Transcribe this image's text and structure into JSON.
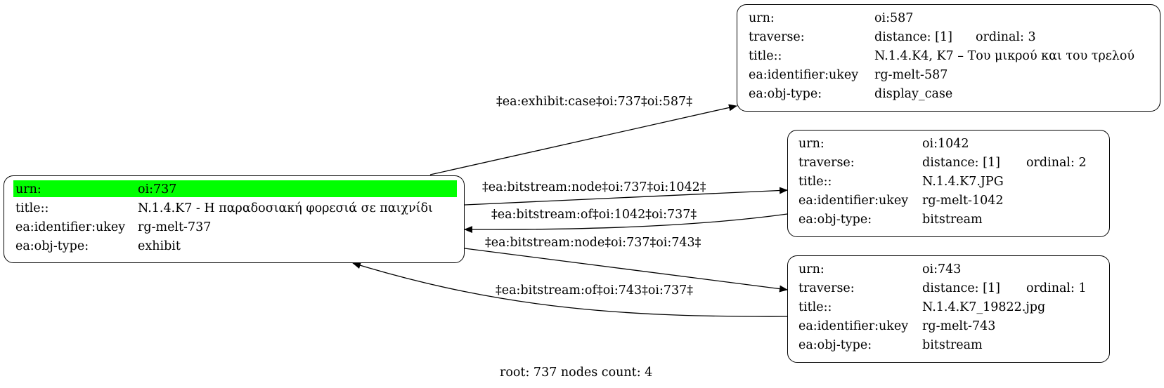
{
  "nodes": {
    "n737": {
      "rows": [
        {
          "key": "urn:",
          "value": "oi:737"
        },
        {
          "key": "title::",
          "value": "N.1.4.K7 - Η παραδοσιακή φορεσιά σε παιχνίδι"
        },
        {
          "key": "ea:identifier:ukey",
          "value": "rg-melt-737"
        },
        {
          "key": "ea:obj-type:",
          "value": "exhibit"
        }
      ]
    },
    "n587": {
      "urn": {
        "key": "urn:",
        "value": "oi:587"
      },
      "traverse": {
        "key": "traverse:",
        "distance": "distance: [1]",
        "ordinal": "ordinal: 3"
      },
      "rows": [
        {
          "key": "title::",
          "value": "N.1.4.K4, K7 – Του μικρού και του τρελού"
        },
        {
          "key": "ea:identifier:ukey",
          "value": "rg-melt-587"
        },
        {
          "key": "ea:obj-type:",
          "value": "display_case"
        }
      ]
    },
    "n1042": {
      "urn": {
        "key": "urn:",
        "value": "oi:1042"
      },
      "traverse": {
        "key": "traverse:",
        "distance": "distance: [1]",
        "ordinal": "ordinal: 2"
      },
      "rows": [
        {
          "key": "title::",
          "value": "N.1.4.K7.JPG"
        },
        {
          "key": "ea:identifier:ukey",
          "value": "rg-melt-1042"
        },
        {
          "key": "ea:obj-type:",
          "value": "bitstream"
        }
      ]
    },
    "n743": {
      "urn": {
        "key": "urn:",
        "value": "oi:743"
      },
      "traverse": {
        "key": "traverse:",
        "distance": "distance: [1]",
        "ordinal": "ordinal: 1"
      },
      "rows": [
        {
          "key": "title::",
          "value": "N.1.4.K7_19822.jpg"
        },
        {
          "key": "ea:identifier:ukey",
          "value": "rg-melt-743"
        },
        {
          "key": "ea:obj-type:",
          "value": "bitstream"
        }
      ]
    }
  },
  "edges": {
    "e1": "‡ea:exhibit:case‡oi:737‡oi:587‡",
    "e2": "‡ea:bitstream:node‡oi:737‡oi:1042‡",
    "e3": "‡ea:bitstream:of‡oi:1042‡oi:737‡",
    "e4": "‡ea:bitstream:node‡oi:737‡oi:743‡",
    "e5": "‡ea:bitstream:of‡oi:743‡oi:737‡"
  },
  "footer": "root: 737 nodes count: 4"
}
